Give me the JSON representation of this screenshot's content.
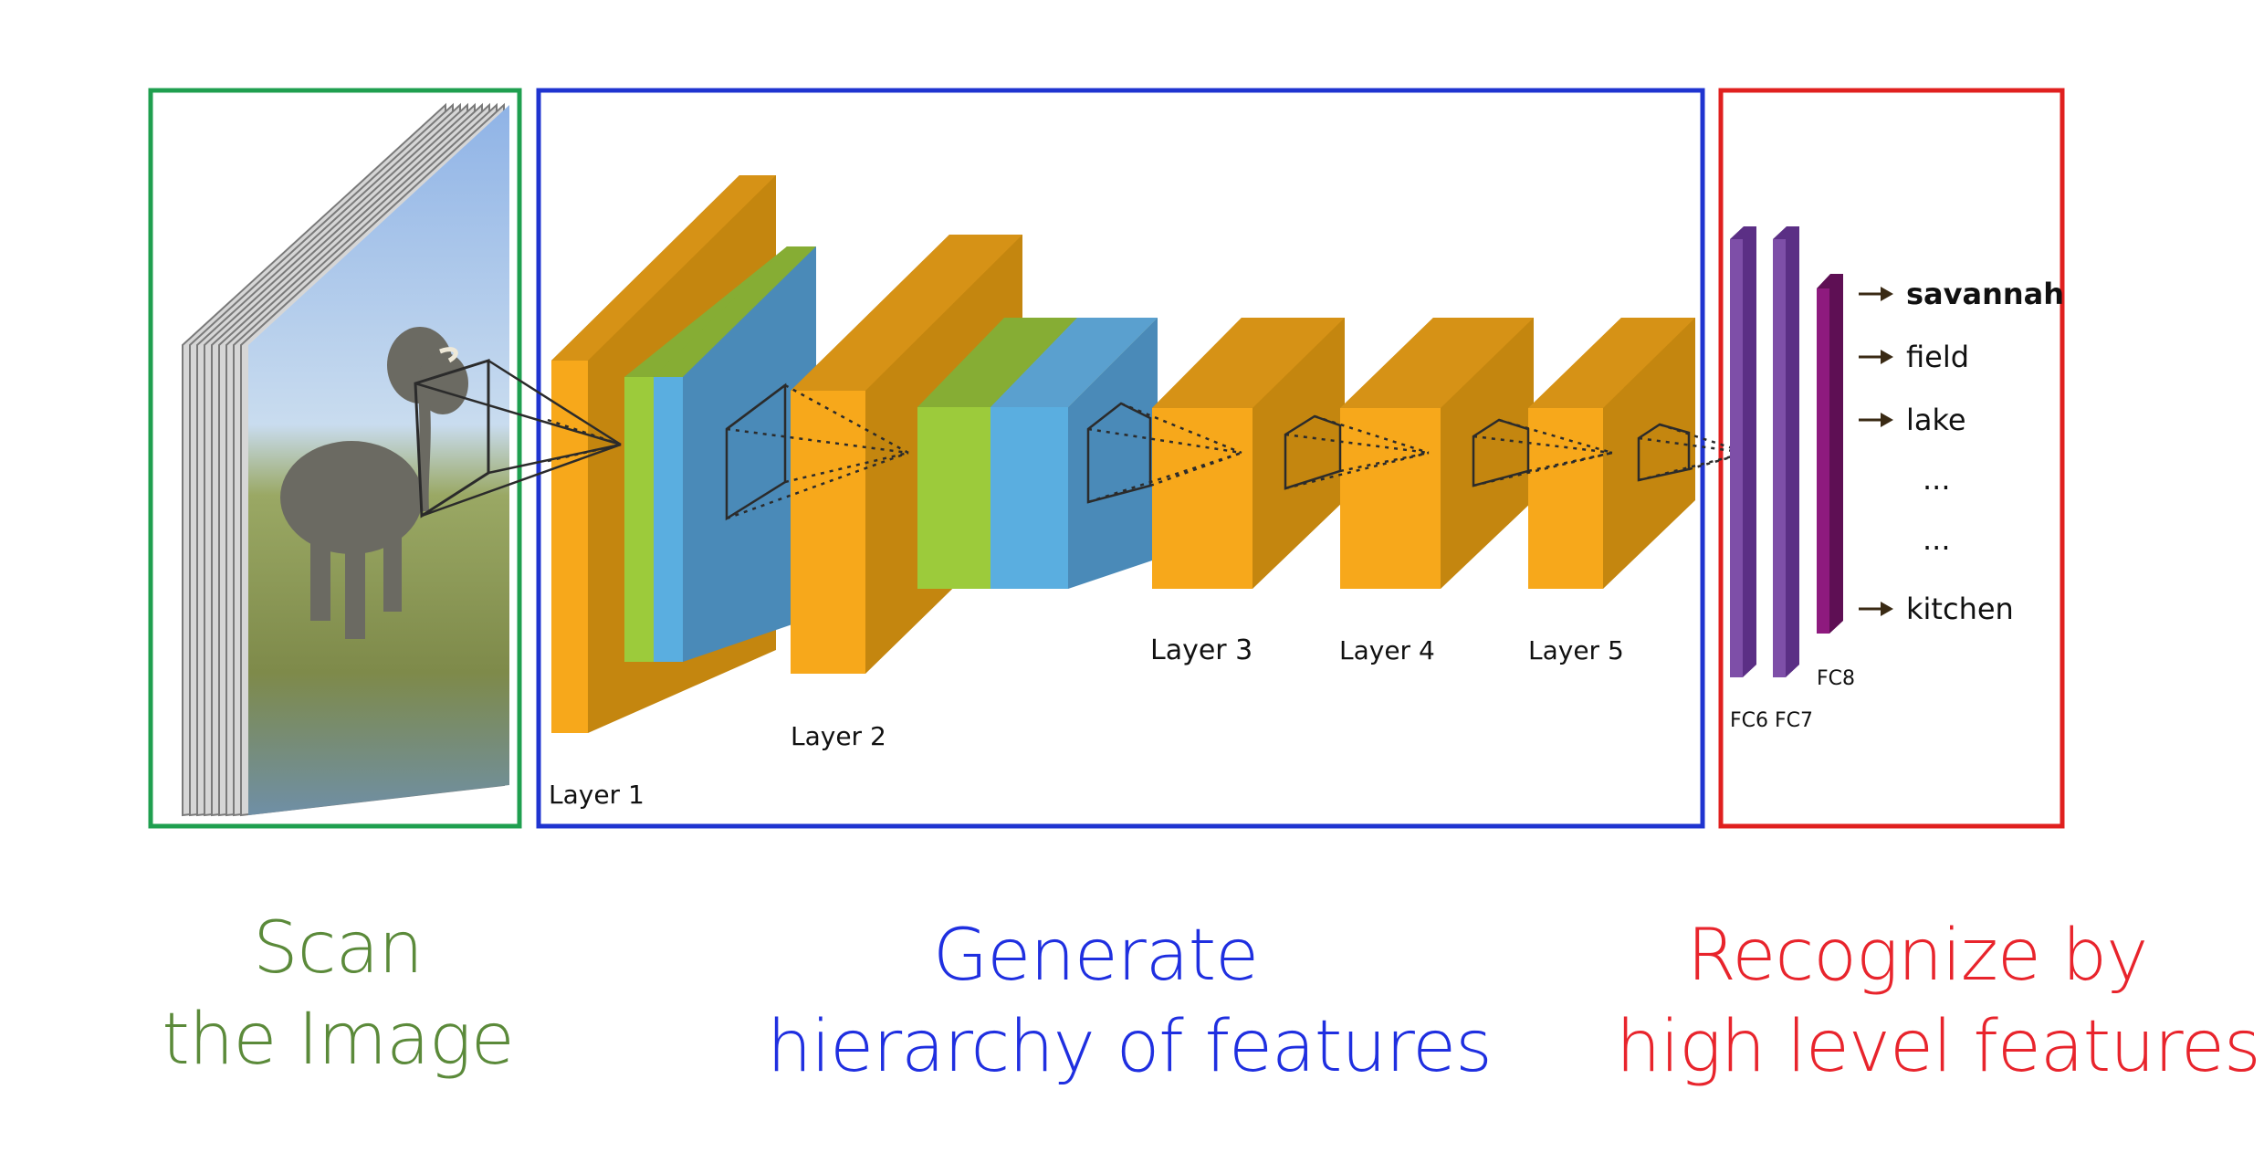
{
  "colors": {
    "scan": "#1f9f4f",
    "generate": "#1f34d0",
    "recognize": "#e0201f",
    "scan_text": "#5b8a3a",
    "generate_text": "#1f2fe0",
    "recognize_text": "#e8242c",
    "layer_orange": "#f7a81b",
    "layer_green": "#9ccb3b",
    "layer_blue": "#5aaee0",
    "fc_purple": "#7e4fa8",
    "fc8_magenta": "#8e1a7e"
  },
  "layers": {
    "layer1": "Layer 1",
    "layer2": "Layer 2",
    "layer3": "Layer 3",
    "layer4": "Layer 4",
    "layer5": "Layer 5",
    "fc6": "FC6",
    "fc7": "FC7",
    "fc8": "FC8"
  },
  "outputs": [
    "savannah",
    "field",
    "lake",
    "...",
    "...",
    "kitchen"
  ],
  "captions": {
    "scan": [
      "Scan",
      "the Image"
    ],
    "generate": [
      "Generate",
      "hierarchy of features"
    ],
    "recognize": [
      "Recognize by",
      "high level features"
    ]
  }
}
